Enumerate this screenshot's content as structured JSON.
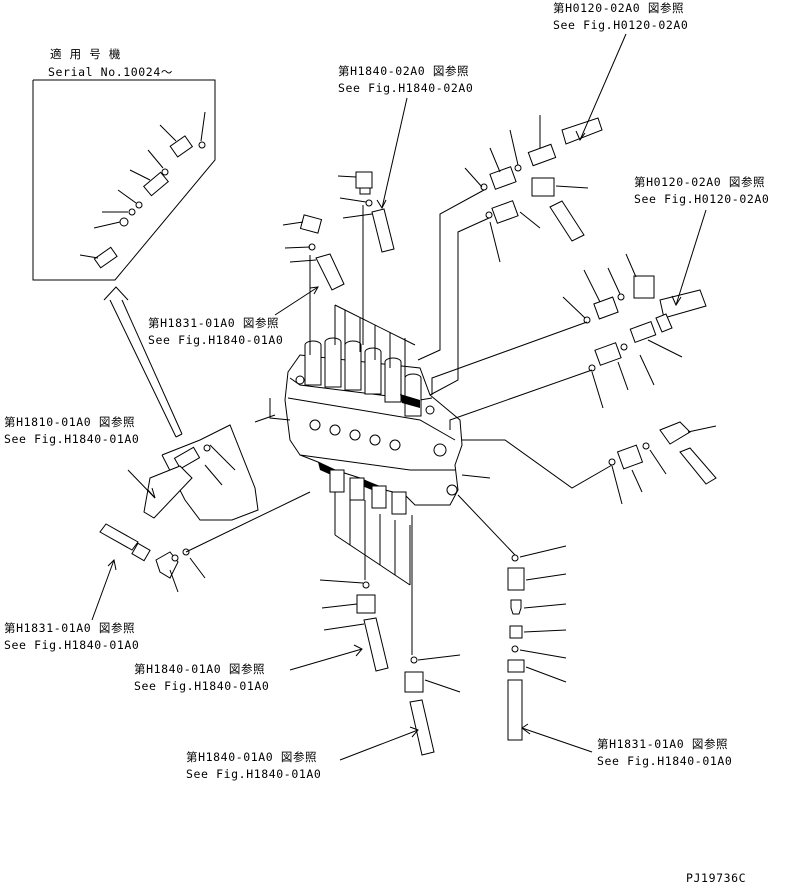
{
  "serial_note": {
    "line1": "適 用 号 機",
    "line2": "Serial No.10024～"
  },
  "references": [
    {
      "id": "ref-h0120-top",
      "jp": "第H0120-02A0 図参照",
      "en": "See Fig.H0120-02A0"
    },
    {
      "id": "ref-h1840-02a0",
      "jp": "第H1840-02A0 図参照",
      "en": "See Fig.H1840-02A0"
    },
    {
      "id": "ref-h0120-right",
      "jp": "第H0120-02A0 図参照",
      "en": "See Fig.H0120-02A0"
    },
    {
      "id": "ref-h1831-mid",
      "jp": "第H1831-01A0 図参照",
      "en": "See Fig.H1840-01A0"
    },
    {
      "id": "ref-h1810",
      "jp": "第H1810-01A0 図参照",
      "en": "See Fig.H1840-01A0"
    },
    {
      "id": "ref-h1831-left",
      "jp": "第H1831-01A0 図参照",
      "en": "See Fig.H1840-01A0"
    },
    {
      "id": "ref-h1840-01a0-a",
      "jp": "第H1840-01A0 図参照",
      "en": "See Fig.H1840-01A0"
    },
    {
      "id": "ref-h1840-01a0-b",
      "jp": "第H1840-01A0 図参照",
      "en": "See Fig.H1840-01A0"
    },
    {
      "id": "ref-h1831-bottom",
      "jp": "第H1831-01A0 図参照",
      "en": "See Fig.H1840-01A0"
    }
  ],
  "drawing_number": "PJ19736C"
}
